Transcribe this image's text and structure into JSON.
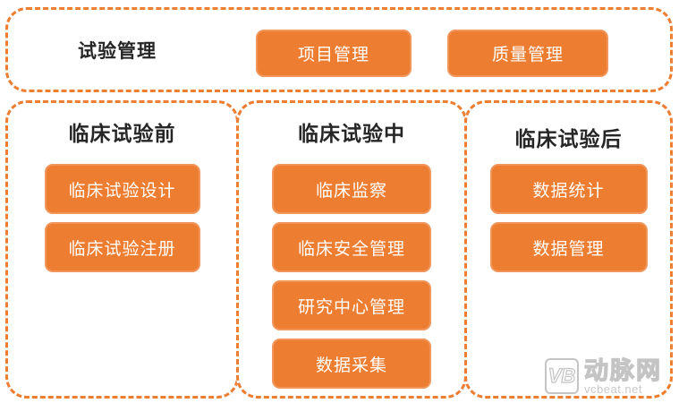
{
  "colors": {
    "accent": "#ED7D31",
    "node_fill": "#ED7D31",
    "node_border": "#F0965C",
    "node_text": "#FFFFFF",
    "heading_text": "#262626",
    "watermark_gray": "#C4C4C4"
  },
  "top_section": {
    "label": "试验管理",
    "buttons": [
      "项目管理",
      "质量管理"
    ]
  },
  "columns": [
    {
      "title": "临床试验前",
      "buttons": [
        "临床试验设计",
        "临床试验注册"
      ]
    },
    {
      "title": "临床试验中",
      "buttons": [
        "临床监察",
        "临床安全管理",
        "研究中心管理",
        "数据采集"
      ]
    },
    {
      "title": "临床试验后",
      "buttons": [
        "数据统计",
        "数据管理"
      ]
    }
  ],
  "watermark": {
    "logo_text": "VB",
    "name": "动脉网",
    "url": "vcbeat.net"
  }
}
